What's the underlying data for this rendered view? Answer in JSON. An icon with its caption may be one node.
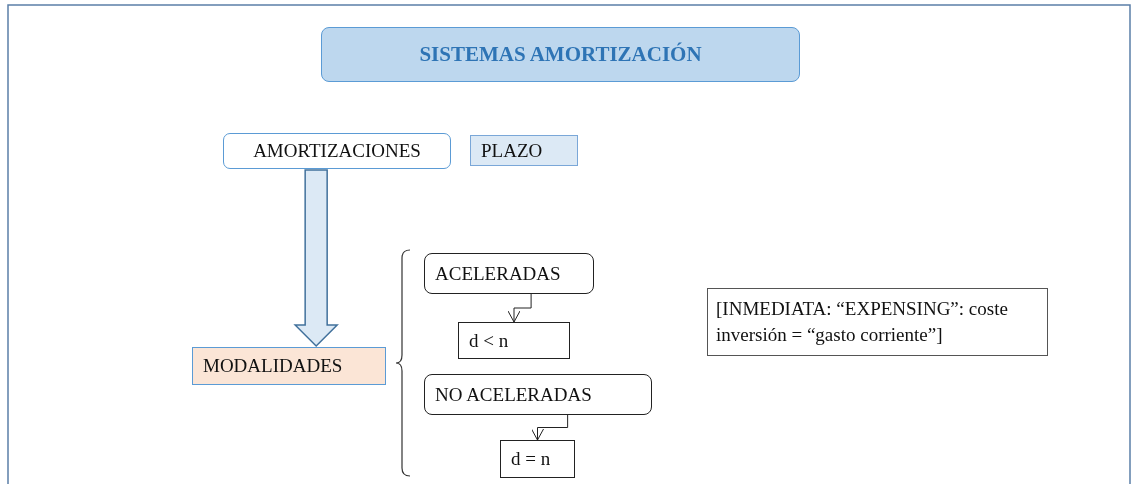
{
  "diagram": {
    "nodes": [
      {
        "text": [
          "SISTEMAS AMORTIZACIÓN"
        ]
      },
      {
        "text": [
          "AMORTIZACIONES"
        ]
      },
      {
        "text": [
          "PLAZO"
        ]
      },
      {
        "text": [
          "MODALIDADES"
        ]
      },
      {
        "text": [
          "ACELERADAS"
        ]
      },
      {
        "text": [
          "d < n"
        ]
      },
      {
        "text": [
          "NO ACELERADAS"
        ]
      },
      {
        "text": [
          "d = n"
        ]
      },
      {
        "text": [
          "[INMEDIATA: “EXPENSING”: coste inversión = “gasto corriente”]"
        ]
      }
    ],
    "edges": [
      {
        "from": 1,
        "to": 3,
        "arrow": "to",
        "style": "thick"
      },
      {
        "from": 4,
        "to": 5,
        "arrow": "to"
      },
      {
        "from": 6,
        "to": 7,
        "arrow": "to"
      }
    ]
  }
}
